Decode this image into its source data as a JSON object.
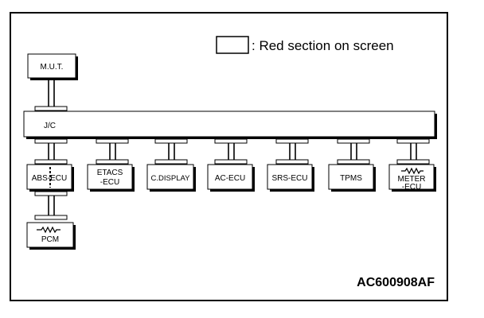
{
  "legend": {
    "text": ": Red section on screen"
  },
  "modules": {
    "mut": "M.U.T.",
    "jc": "J/C",
    "abs_ecu": "ABS-ECU",
    "etacs_ecu": [
      "ETACS",
      "-ECU"
    ],
    "c_display": "C.DISPLAY",
    "ac_ecu": "AC-ECU",
    "srs_ecu": "SRS-ECU",
    "tpms": "TPMS",
    "meter_ecu": [
      "METER",
      "-ECU"
    ],
    "pcm": "PCM"
  },
  "figure_id": "AC600908AF"
}
